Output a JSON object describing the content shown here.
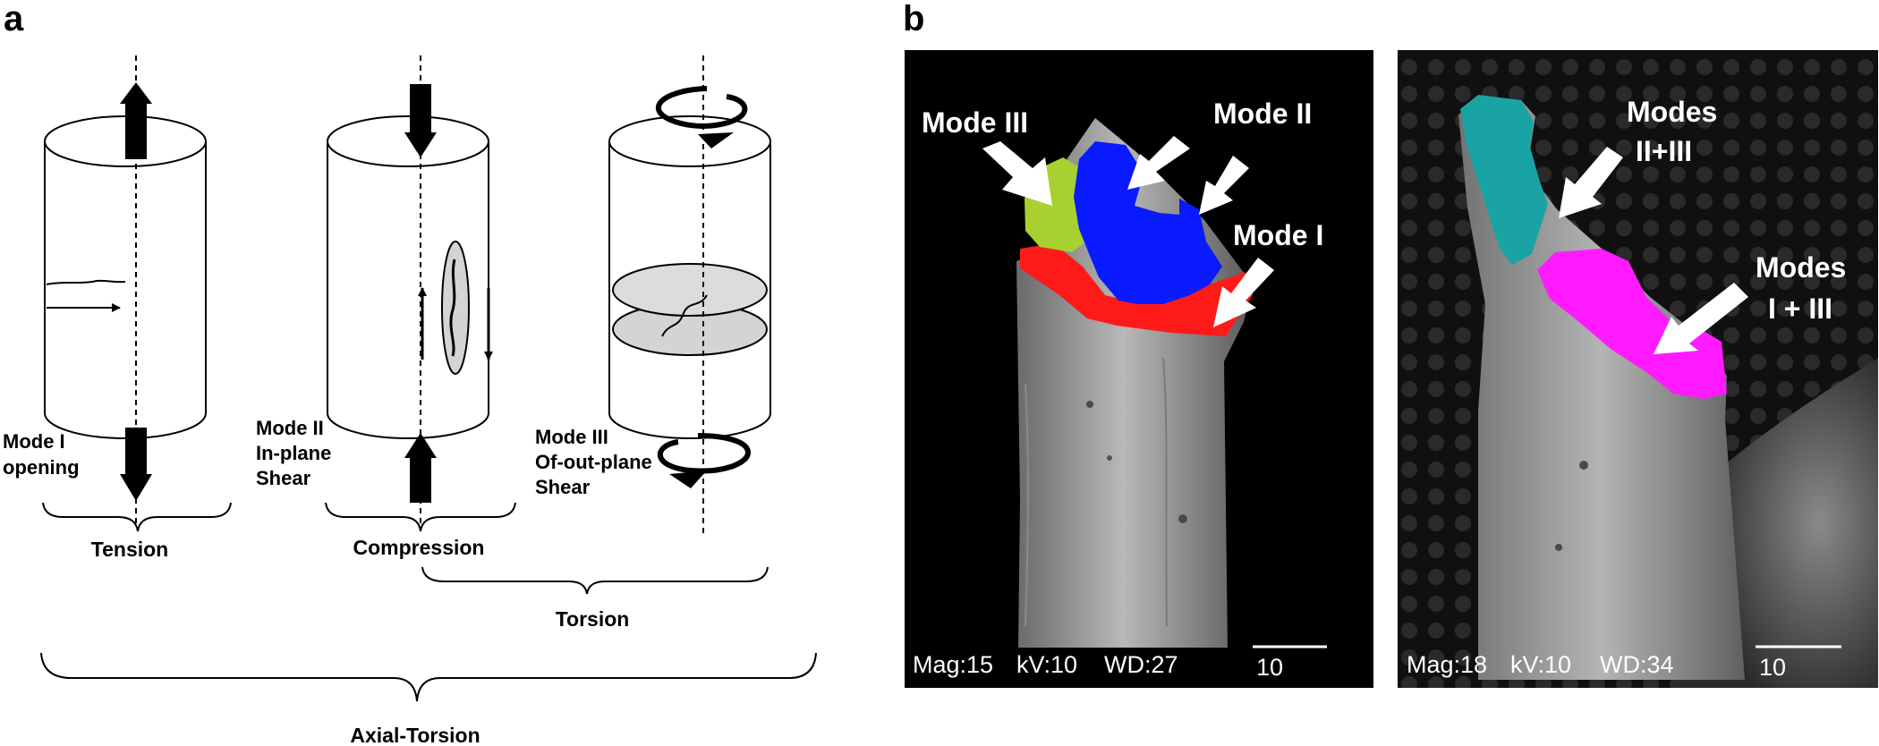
{
  "panels": [
    {
      "letter": "a",
      "cylinders": [
        {
          "mode": "Mode I",
          "desc": [
            "opening"
          ]
        },
        {
          "mode": "Mode II",
          "desc": [
            "In-plane",
            "Shear"
          ]
        },
        {
          "mode": "Mode III",
          "desc": [
            "Of-out-plane",
            "Shear"
          ]
        }
      ],
      "brackets": {
        "tension": "Tension",
        "compression": "Compression",
        "torsion": "Torsion",
        "axial_torsion": "Axial-Torsion"
      }
    },
    {
      "letter": "b",
      "images": [
        {
          "labels": [
            "Mode III",
            "Mode II",
            "Mode I"
          ],
          "mag": "Mag:15",
          "kv": "kV:10",
          "wd": "WD:27",
          "scale": "10"
        },
        {
          "labels": [
            "Modes",
            "II+III",
            "Modes",
            "I + III"
          ],
          "mag": "Mag:18",
          "kv": "kV:10",
          "wd": "WD:34",
          "scale": "10"
        }
      ]
    }
  ],
  "colors": {
    "mode_i": "#ff1a1a",
    "mode_ii": "#0a1aff",
    "mode_iii": "#a8d030",
    "modes_ii_iii": "#1aa3a3",
    "modes_i_iii": "#ff1aff"
  }
}
